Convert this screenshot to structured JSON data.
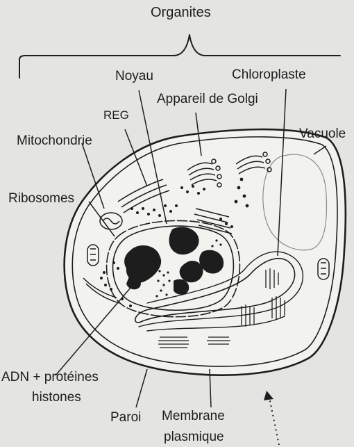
{
  "title": "Organites",
  "labels": {
    "noyau": "Noyau",
    "chloroplaste": "Chloroplaste",
    "appareil_golgi": "Appareil de Golgi",
    "reg": "REG",
    "vacuole": "Vacuole",
    "mitochondrie": "Mitochondrie",
    "ribosomes": "Ribosomes",
    "adn_line1": "ADN + protéines",
    "adn_line2": "histones",
    "paroi": "Paroi",
    "membrane_line1": "Membrane",
    "membrane_line2": "plasmique"
  },
  "colors": {
    "background": "#e4e4e2",
    "ink": "#1d1d1d",
    "cytoplasm": "#f2f2ef"
  }
}
